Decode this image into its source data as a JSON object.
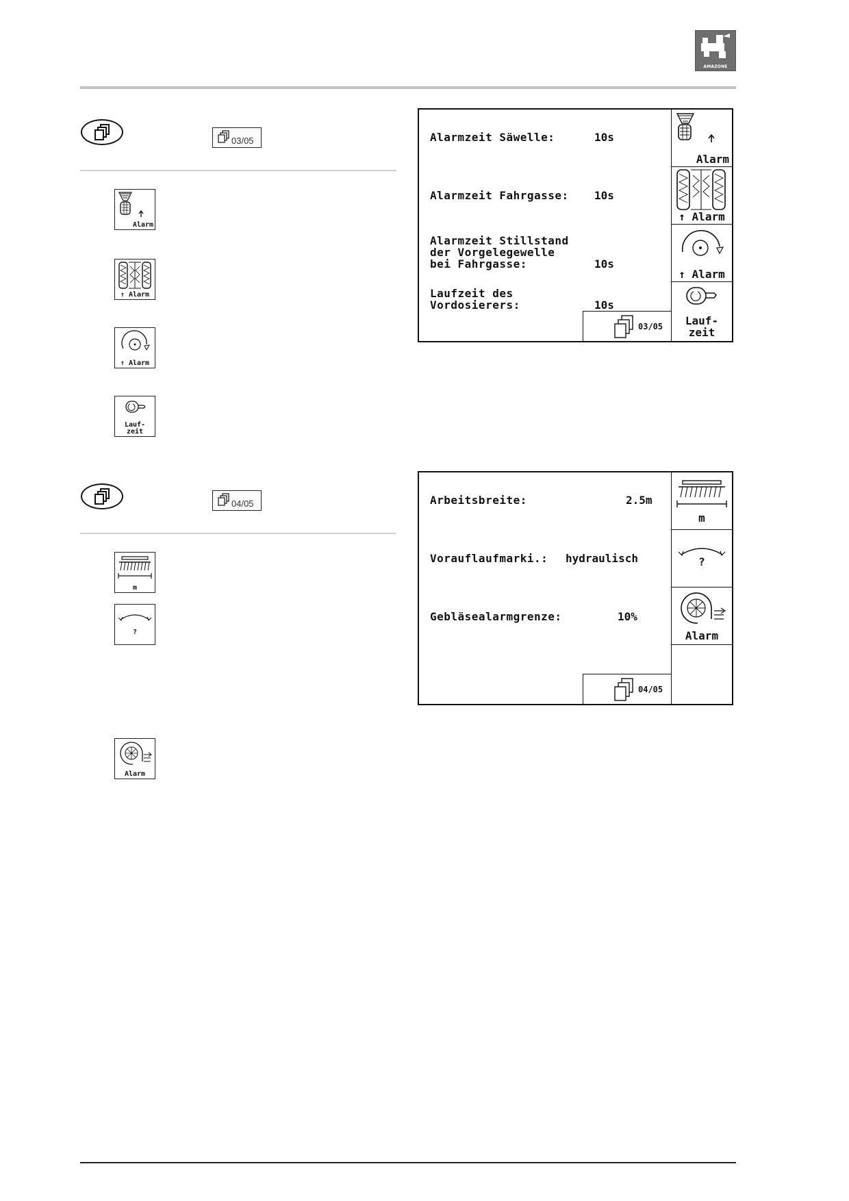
{
  "logo": {
    "text": "AMAZONE"
  },
  "section1": {
    "page_indicator": "03/05",
    "screen": {
      "rows": [
        {
          "label": "Alarmzeit Säwelle:",
          "value": "10s"
        },
        {
          "label": "Alarmzeit Fahrgasse:",
          "value": "10s"
        },
        {
          "label": "Alarmzeit Stillstand\nder Vorgelegewelle\nbei Fahrgasse:",
          "value": "10s"
        },
        {
          "label": "Laufzeit des\nVordosierers:",
          "value": "10s"
        }
      ],
      "buttons": [
        {
          "icon": "seed-shaft-alarm-icon",
          "label": "Alarm",
          "arrow": "↑"
        },
        {
          "icon": "tramline-alarm-icon",
          "label": "Alarm",
          "arrow": "↑"
        },
        {
          "icon": "shaft-standstill-alarm-icon",
          "label": "Alarm",
          "arrow": "↑"
        },
        {
          "icon": "pre-metering-runtime-icon",
          "label": "Lauf-\nzeit"
        }
      ],
      "page": "03/05"
    },
    "side_icons": [
      {
        "icon": "seed-shaft-alarm-icon",
        "label": "Alarm",
        "arrow": "↑"
      },
      {
        "icon": "tramline-alarm-icon",
        "label": "Alarm",
        "arrow": "↑"
      },
      {
        "icon": "shaft-standstill-alarm-icon",
        "label": "Alarm",
        "arrow": "↑"
      },
      {
        "icon": "pre-metering-runtime-icon",
        "label": "Lauf-\nzeit"
      }
    ]
  },
  "section2": {
    "page_indicator": "04/05",
    "screen": {
      "rows": [
        {
          "label": "Arbeitsbreite:",
          "value": "2.5m"
        },
        {
          "label": "Vorauflaufmarki.:",
          "value": "hydraulisch"
        },
        {
          "label": "Gebläsealarmgrenze:",
          "value": "10%"
        }
      ],
      "buttons": [
        {
          "icon": "working-width-icon",
          "label": "m"
        },
        {
          "icon": "pre-emergence-marker-icon",
          "label": "?"
        },
        {
          "icon": "blower-alarm-icon",
          "label": "Alarm"
        }
      ],
      "page": "04/05"
    },
    "side_icons": [
      {
        "icon": "working-width-icon",
        "label": "m"
      },
      {
        "icon": "pre-emergence-marker-icon",
        "label": "?"
      },
      {
        "icon": "blower-alarm-icon",
        "label": "Alarm"
      }
    ]
  }
}
